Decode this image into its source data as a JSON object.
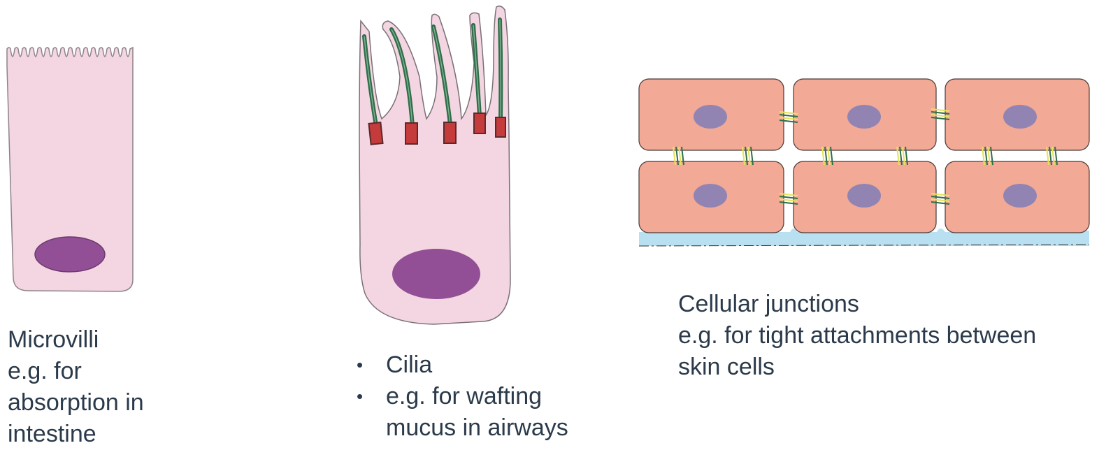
{
  "panels": {
    "microvilli": {
      "caption": [
        "Microvilli",
        "e.g. for",
        "absorption in",
        "intestine"
      ]
    },
    "cilia": {
      "bullets": [
        [
          "Cilia"
        ],
        [
          "e.g. for wafting",
          "mucus in airways"
        ]
      ]
    },
    "junctions": {
      "caption": [
        "Cellular junctions",
        "e.g. for tight attachments between",
        "skin cells"
      ]
    }
  },
  "colors": {
    "cell_pink": "#f4d6e3",
    "nucleus_purple": "#934f96",
    "skin_cell": "#f2a996",
    "skin_nucleus": "#9184b3",
    "basement": "#b9e0f1",
    "cilia_green": "#2f6e4a",
    "basal_body_red": "#c53a3a",
    "junction_yellow": "#e8e25a",
    "text": "#2b3a4a"
  },
  "icons": [
    "microvilli-cell-icon",
    "ciliated-cell-icon",
    "cell-junctions-icon"
  ]
}
